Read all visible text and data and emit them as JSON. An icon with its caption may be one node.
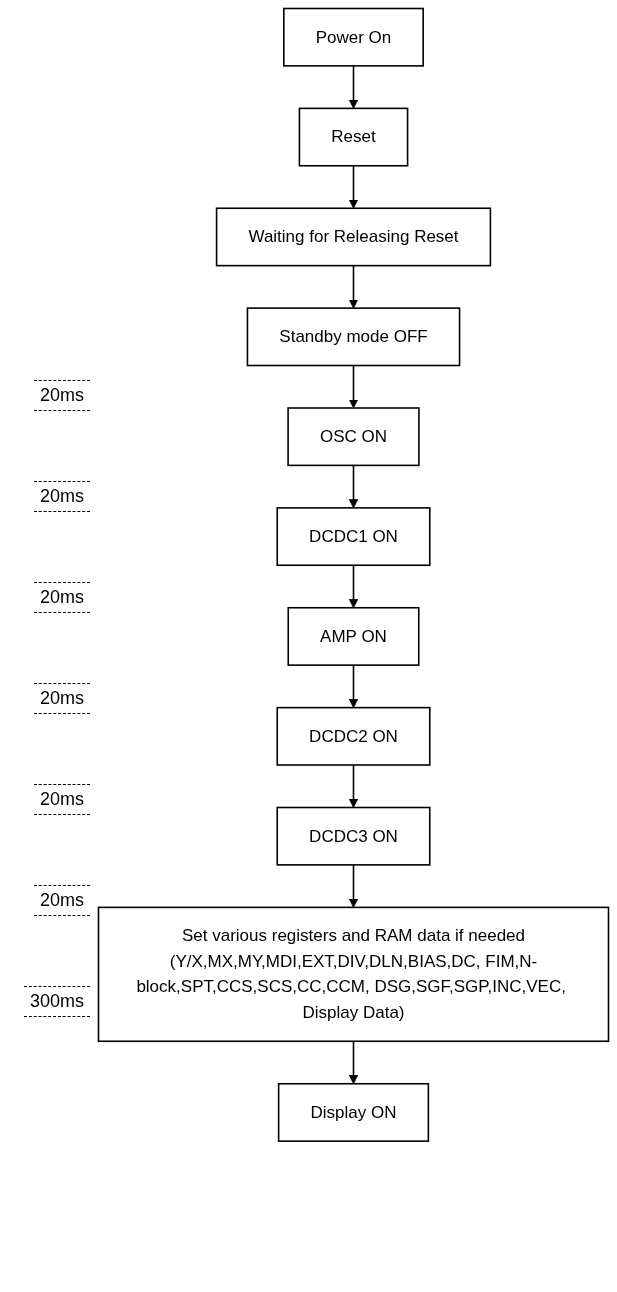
{
  "diagram": {
    "nodes": [
      {
        "text": [
          "Power On"
        ]
      },
      {
        "text": [
          "Reset"
        ]
      },
      {
        "text": [
          "Waiting for Releasing Reset"
        ]
      },
      {
        "text": [
          "Standby mode OFF"
        ]
      },
      {
        "text": [
          "OSC ON"
        ]
      },
      {
        "text": [
          "DCDC1 ON"
        ]
      },
      {
        "text": [
          "AMP ON"
        ]
      },
      {
        "text": [
          "DCDC2 ON"
        ]
      },
      {
        "text": [
          "DCDC3 ON"
        ]
      },
      {
        "text": [
          "Set various registers and RAM data if needed",
          "(Y/X,MX,MY,MDI,EXT,DIV,DLN,BIAS,DC, FIM,N-block,SPT,CCS,SCS,CC,CCM, DSG,SGF,SGP,INC,VEC, Display Data)"
        ]
      },
      {
        "text": [
          "Display ON"
        ]
      }
    ],
    "edges": [
      {
        "from": 0,
        "to": 1,
        "arrow": "to"
      },
      {
        "from": 1,
        "to": 2,
        "arrow": "to"
      },
      {
        "from": 2,
        "to": 3,
        "arrow": "to"
      },
      {
        "from": 3,
        "to": 4,
        "arrow": "to"
      },
      {
        "from": 4,
        "to": 5,
        "arrow": "to"
      },
      {
        "from": 5,
        "to": 6,
        "arrow": "to"
      },
      {
        "from": 6,
        "to": 7,
        "arrow": "to"
      },
      {
        "from": 7,
        "to": 8,
        "arrow": "to"
      },
      {
        "from": 8,
        "to": 9,
        "arrow": "to"
      },
      {
        "from": 9,
        "to": 10,
        "arrow": "to"
      }
    ],
    "labels": [
      "20ms",
      "20ms",
      "20ms",
      "20ms",
      "20ms",
      "20ms",
      "300ms"
    ]
  }
}
